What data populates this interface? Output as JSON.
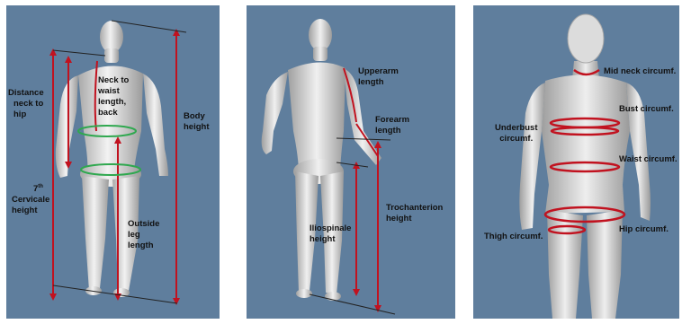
{
  "panel_bg": "#5f7e9d",
  "line_red": "#c1121f",
  "line_green": "#2fa84f",
  "panels": [
    {
      "view": "back",
      "labels": {
        "distance_neck_to_hip": [
          "Distance",
          "neck to",
          "hip"
        ],
        "neck_to_waist_back": [
          "Neck to",
          "waist",
          "length,",
          "back"
        ],
        "body_height": [
          "Body",
          "height"
        ],
        "cervicale_height": [
          "7",
          "th",
          "Cervicale",
          "height"
        ],
        "outside_leg_length": [
          "Outside",
          "leg",
          "length"
        ]
      }
    },
    {
      "view": "back-side",
      "labels": {
        "upperarm_length": [
          "Upperarm",
          "length"
        ],
        "forearm_length": [
          "Forearm",
          "length"
        ],
        "trochanterion_height": [
          "Trochanterion",
          "height"
        ],
        "iliospinale_height": [
          "Iliospinale",
          "height"
        ]
      }
    },
    {
      "view": "front",
      "labels": {
        "mid_neck_circumf": "Mid neck circumf.",
        "bust_circumf": "Bust circumf.",
        "underbust_circumf": [
          "Underbust",
          "circumf."
        ],
        "waist_circumf": "Waist circumf.",
        "hip_circumf": "Hip circumf.",
        "thigh_circumf": "Thigh circumf."
      }
    }
  ]
}
